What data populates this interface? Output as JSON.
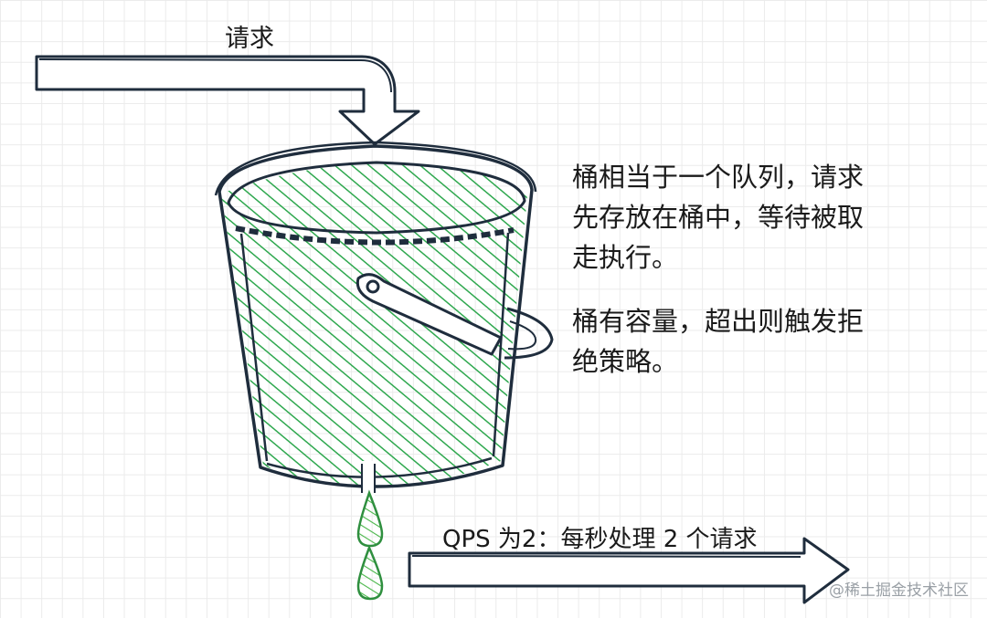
{
  "labels": {
    "request": "请求",
    "bucket_description": "桶相当于一个队列，请求\n先存放在桶中，等待被取\n走执行。",
    "capacity_description": "桶有容量，超出则触发拒\n绝策略。",
    "qps": "QPS 为2：每秒处理 2 个请求",
    "watermark": "@稀土掘金技术社区"
  },
  "colors": {
    "ink": "#1f2d3d",
    "bucket_fill": "#2fa84f",
    "drop_fill": "#49b649",
    "grid": "#ebebeb"
  }
}
